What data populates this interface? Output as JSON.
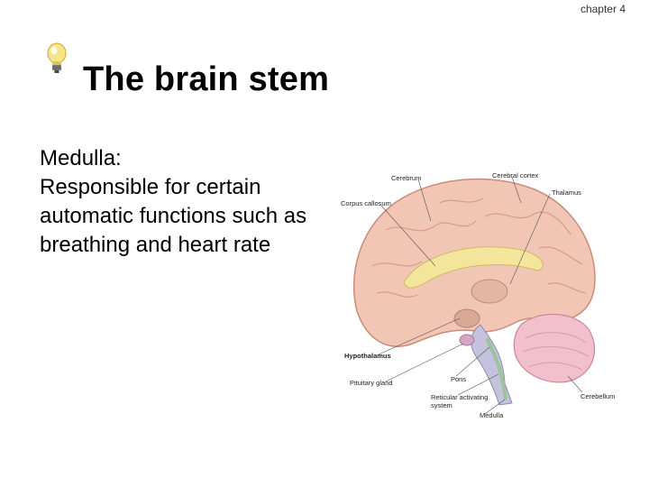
{
  "header": {
    "chapter": "chapter 4"
  },
  "slide": {
    "title": "The brain stem",
    "term": "Medulla:",
    "body": "Responsible for certain automatic functions such as breathing and heart rate"
  },
  "figure": {
    "labels": {
      "cerebrum": "Cerebrum",
      "cerebral_cortex": "Cerebral cortex",
      "thalamus": "Thalamus",
      "corpus_callosum": "Corpus callosum",
      "hypothalamus": "Hypothalamus",
      "pituitary": "Pituitary gland",
      "pons": "Pons",
      "reticular_1": "Reticular activating",
      "reticular_2": "system",
      "medulla": "Medulla",
      "cerebellum": "Cerebellum"
    }
  }
}
